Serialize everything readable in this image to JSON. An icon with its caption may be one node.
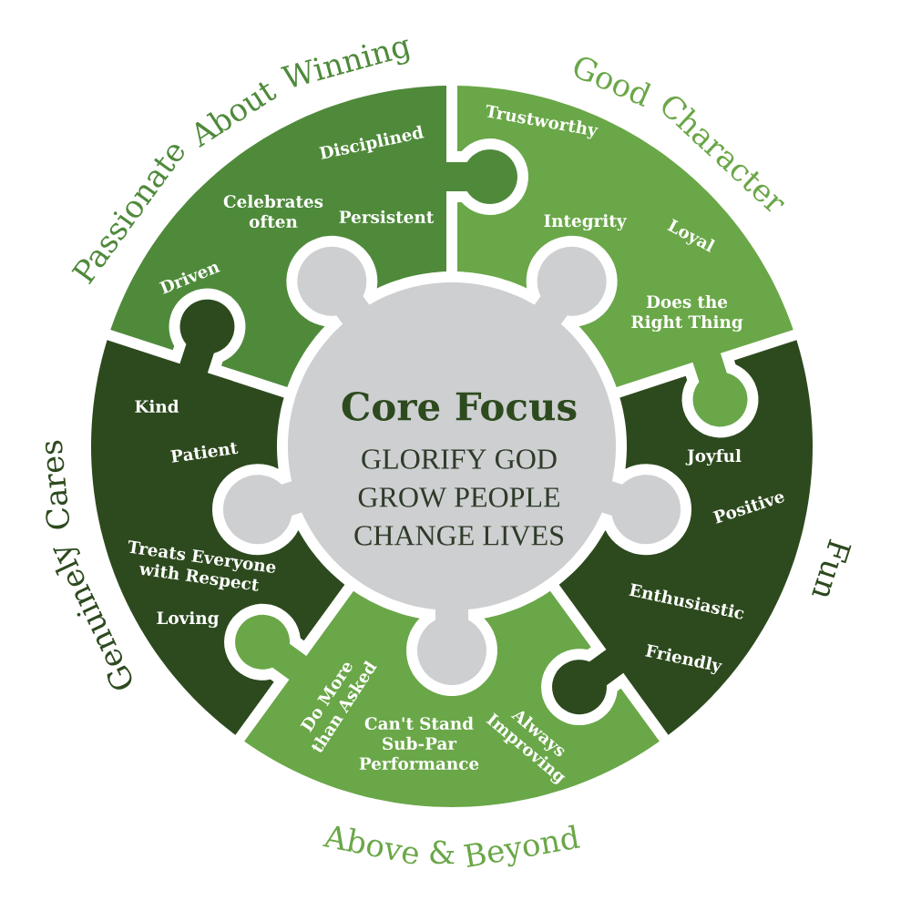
{
  "diagram": {
    "nodes": [
      {
        "text": [
          "Core Focus",
          "GLORIFY GOD",
          "GROW PEOPLE",
          "CHANGE LIVES"
        ]
      },
      {
        "text": [
          "Passionate About Winning",
          "Disciplined",
          "Celebrates often",
          "Persistent",
          "Driven"
        ]
      },
      {
        "text": [
          "Good Character",
          "Trustworthy",
          "Integrity",
          "Loyal",
          "Does the Right Thing"
        ]
      },
      {
        "text": [
          "Fun",
          "Joyful",
          "Positive",
          "Enthusiastic",
          "Friendly"
        ]
      },
      {
        "text": [
          "Do More than Asked",
          "Can't Stand Sub-Par Performance",
          "Always Improving",
          "Above & Beyond"
        ]
      },
      {
        "text": [
          "Genuinely Cares",
          "Kind",
          "Patient",
          "Treats Everyone with Respect",
          "Loving"
        ]
      }
    ]
  }
}
